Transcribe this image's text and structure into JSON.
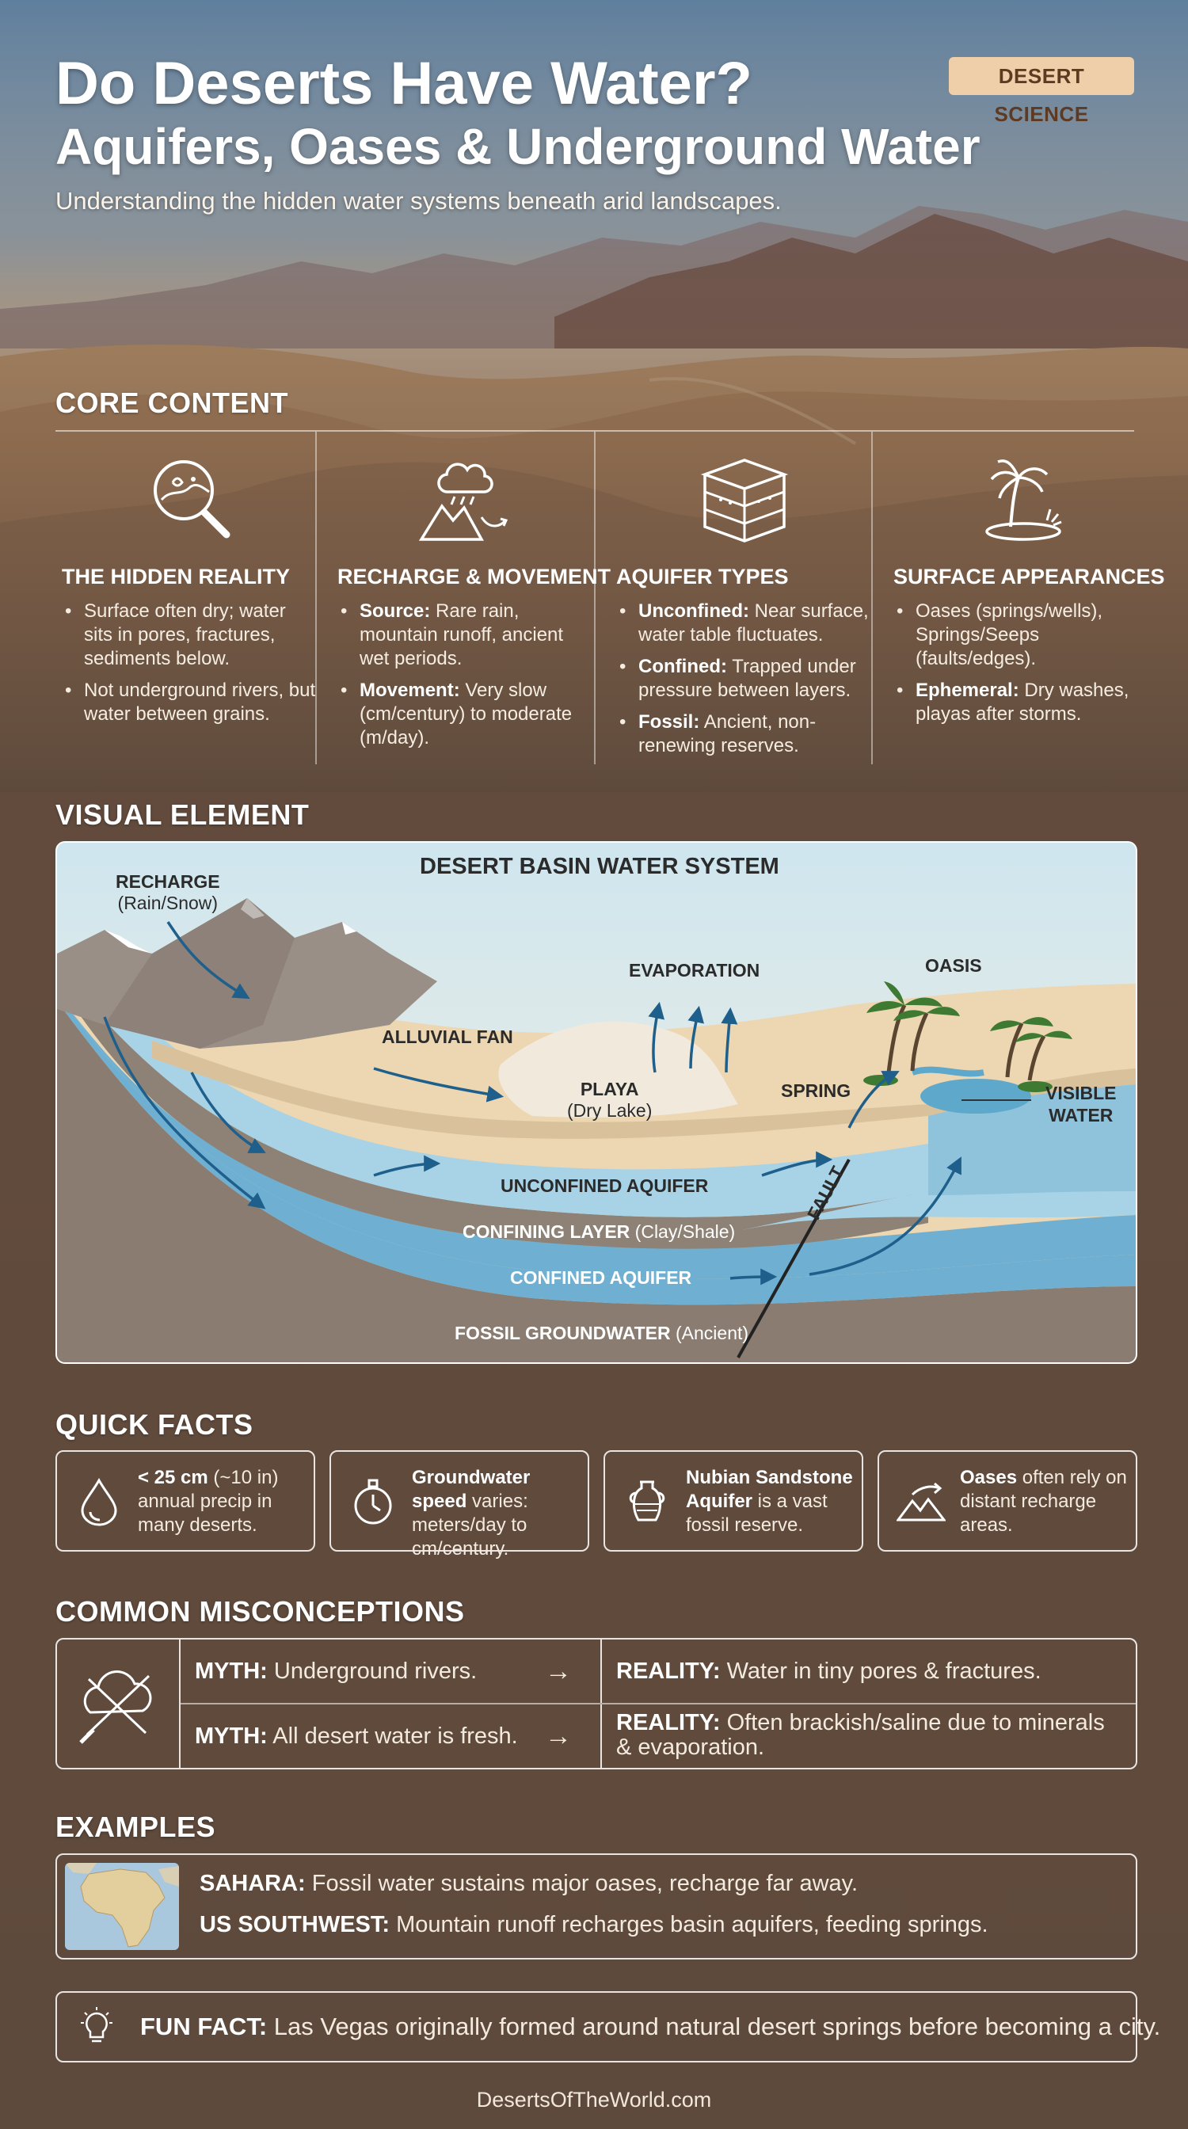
{
  "header": {
    "title_line1": "Do Deserts Have Water?",
    "title_line2": "Aquifers, Oases & Underground Water",
    "subtitle": "Understanding the hidden water systems beneath arid landscapes.",
    "badge": "DESERT SCIENCE"
  },
  "sections": {
    "core": "CORE CONTENT",
    "visual": "VISUAL ELEMENT",
    "facts": "QUICK FACTS",
    "misconceptions": "COMMON MISCONCEPTIONS",
    "examples": "EXAMPLES"
  },
  "core": [
    {
      "icon": "magnifier-icon",
      "title": "THE HIDDEN REALITY",
      "items": [
        {
          "b": "",
          "t": "Surface often dry; water sits in pores, fractures, sediments below."
        },
        {
          "b": "",
          "t": "Not underground rivers, but water between grains."
        }
      ]
    },
    {
      "icon": "rain-mountain-icon",
      "title": "RECHARGE & MOVEMENT",
      "items": [
        {
          "b": "Source:",
          "t": " Rare rain, mountain runoff, ancient wet periods."
        },
        {
          "b": "Movement:",
          "t": " Very slow (cm/century) to moderate (m/day)."
        }
      ]
    },
    {
      "icon": "soil-layers-icon",
      "title": "AQUIFER TYPES",
      "items": [
        {
          "b": "Unconfined:",
          "t": " Near surface, water table fluctuates."
        },
        {
          "b": "Confined:",
          "t": " Trapped under pressure between layers."
        },
        {
          "b": "Fossil:",
          "t": " Ancient, non-renewing reserves."
        }
      ]
    },
    {
      "icon": "palm-oasis-icon",
      "title": "SURFACE APPEARANCES",
      "items": [
        {
          "b": "",
          "t": "Oases (springs/wells), Springs/Seeps (faults/edges)."
        },
        {
          "b": "Ephemeral:",
          "t": " Dry washes, playas after storms."
        }
      ]
    }
  ],
  "diagram": {
    "title": "DESERT BASIN WATER SYSTEM",
    "recharge": "RECHARGE",
    "recharge_sub": "(Rain/Snow)",
    "evaporation": "EVAPORATION",
    "oasis": "OASIS",
    "alluvial_fan": "ALLUVIAL FAN",
    "playa": "PLAYA",
    "playa_sub": "(Dry Lake)",
    "spring": "SPRING",
    "visible_water_1": "VISIBLE",
    "visible_water_2": "WATER",
    "unconfined": "UNCONFINED AQUIFER",
    "confining": "CONFINING LAYER",
    "confining_sub": "(Clay/Shale)",
    "confined": "CONFINED AQUIFER",
    "fault": "FAULT",
    "fossil": "FOSSIL GROUNDWATER",
    "fossil_sub": "(Ancient)"
  },
  "facts": [
    {
      "icon": "water-drop-icon",
      "b": "< 25 cm",
      "t": " (~10 in) annual precip in many deserts."
    },
    {
      "icon": "stopwatch-icon",
      "b": "Groundwater speed",
      "t": " varies: meters/day to cm/century."
    },
    {
      "icon": "ancient-jar-icon",
      "b": "Nubian Sandstone Aquifer",
      "t": " is a vast fossil reserve."
    },
    {
      "icon": "mountain-arrow-icon",
      "b": "Oases",
      "t": " often rely on distant recharge areas."
    }
  ],
  "misconceptions": [
    {
      "myth_label": "MYTH:",
      "myth": " Underground rivers.",
      "arrow": "→",
      "reality_label": "REALITY:",
      "reality": " Water in tiny pores & fractures."
    },
    {
      "myth_label": "MYTH:",
      "myth": " All desert water is fresh.",
      "arrow": "→",
      "reality_label": "REALITY:",
      "reality_a": " Often brackish/saline due to minerals",
      "reality_b": "& evaporation."
    }
  ],
  "examples": [
    {
      "label": "SAHARA:",
      "text": " Fossil water sustains major oases, recharge far away."
    },
    {
      "label": "US SOUTHWEST:",
      "text": " Mountain runoff recharges basin aquifers, feeding springs."
    }
  ],
  "fun_fact": {
    "label": "FUN FACT:",
    "text": " Las Vegas originally formed around natural desert springs before becoming a city."
  },
  "footer": "DesertsOfTheWorld.com",
  "colors": {
    "badge_bg": "#efcfa9",
    "badge_text": "#5d3a21",
    "aquifer": "#8fc3dc",
    "confined": "#6fb0d2",
    "arrows": "#1f5f8b"
  }
}
